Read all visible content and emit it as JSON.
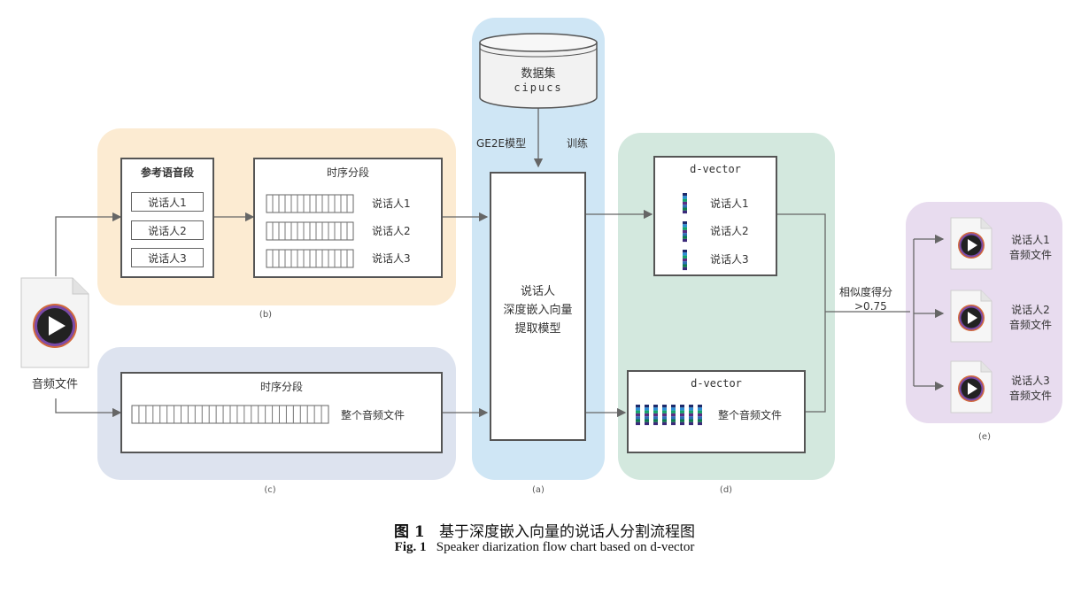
{
  "panels": {
    "a": {
      "caption": "(a)",
      "model_label": "GE2E模型",
      "train_label": "训练",
      "database": {
        "title": "数据集",
        "name": "cipucs"
      },
      "extractor": [
        "说话人",
        "深度嵌入向量",
        "提取模型"
      ]
    },
    "b": {
      "caption": "(b)",
      "reference_title": "参考语音段",
      "timing_title": "时序分段",
      "speakers": [
        "说话人1",
        "说话人2",
        "说话人3"
      ]
    },
    "c": {
      "caption": "(c)",
      "timing_title": "时序分段",
      "whole_label": "整个音频文件"
    },
    "d": {
      "caption": "(d)",
      "dvector_title": "d-vector",
      "speakers": [
        "说话人1",
        "说话人2",
        "说话人3"
      ],
      "whole_label": "整个音频文件"
    },
    "e": {
      "caption": "(e)",
      "outputs": [
        {
          "speaker": "说话人1",
          "file": "音频文件"
        },
        {
          "speaker": "说话人2",
          "file": "音频文件"
        },
        {
          "speaker": "说话人3",
          "file": "音频文件"
        }
      ]
    }
  },
  "input_file": {
    "label": "音频文件",
    "icon": "audio-file-play-icon"
  },
  "similarity": {
    "label": "相似度得分",
    "threshold": ">0.75"
  },
  "figure_caption": {
    "cn_number": "图 1",
    "cn_text": "基于深度嵌入向量的说话人分割流程图",
    "en_number": "Fig. 1",
    "en_text": "Speaker diarization flow chart based on d-vector"
  },
  "colors": {
    "panel_a": "#cfe6f5",
    "panel_b": "#fcebd2",
    "panel_c": "#dde3ef",
    "panel_d": "#d3e8de",
    "panel_e": "#e8dcef",
    "arrow": "#666666"
  }
}
